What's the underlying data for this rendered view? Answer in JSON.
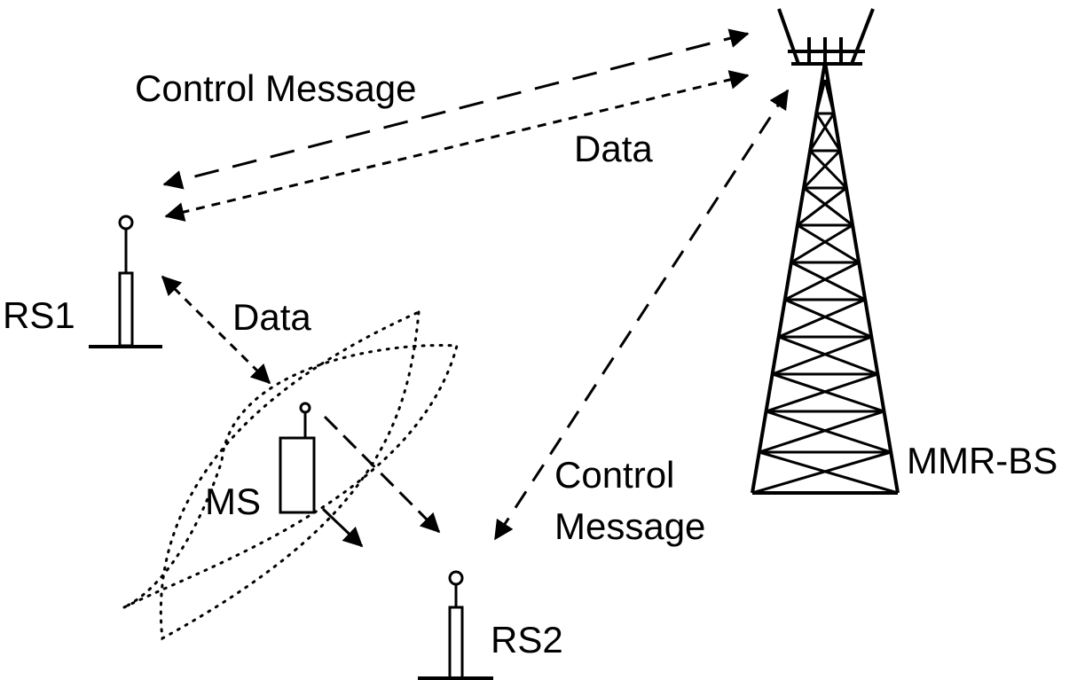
{
  "colors": {
    "stroke": "#000000",
    "background": "#ffffff"
  },
  "labels": {
    "control_message_top": "Control Message",
    "data_top": "Data",
    "rs1": "RS1",
    "data_rs1_ms": "Data",
    "ms": "MS",
    "control_message_rs2_line1": "Control",
    "control_message_rs2_line2": "Message",
    "mmr_bs": "MMR-BS",
    "rs2": "RS2"
  },
  "nodes": [
    {
      "id": "rs1",
      "type": "relay-station"
    },
    {
      "id": "ms",
      "type": "mobile-station"
    },
    {
      "id": "rs2",
      "type": "relay-station"
    },
    {
      "id": "mmr_bs",
      "type": "base-station-tower"
    }
  ],
  "links": [
    {
      "from": "mmr_bs",
      "to": "rs1",
      "label": "Control Message",
      "style": "long-dash",
      "direction": "both"
    },
    {
      "from": "mmr_bs",
      "to": "rs1",
      "label": "Data",
      "style": "short-dash",
      "direction": "both"
    },
    {
      "from": "rs1",
      "to": "ms",
      "label": "Data",
      "style": "short-dash",
      "direction": "both"
    },
    {
      "from": "mmr_bs",
      "to": "rs2",
      "label": "Control Message",
      "style": "long-dash",
      "direction": "both"
    },
    {
      "from": "ms",
      "to": "rs2",
      "label": "",
      "style": "short-dash",
      "direction": "to"
    },
    {
      "from": "ms",
      "to": "",
      "label": "",
      "style": "solid",
      "direction": "movement"
    }
  ]
}
